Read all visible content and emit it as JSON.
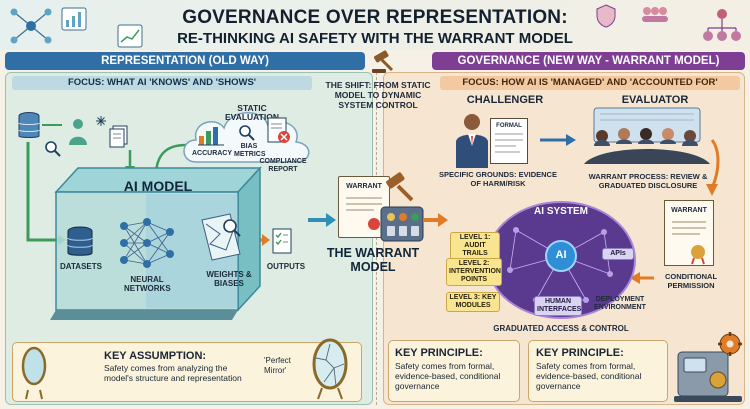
{
  "header": {
    "title": "GOVERNANCE OVER REPRESENTATION:",
    "subtitle": "RE-THINKING AI SAFETY WITH THE WARRANT MODEL"
  },
  "left": {
    "band": "REPRESENTATION (OLD WAY)",
    "focus": "FOCUS: WHAT AI 'KNOWS' AND 'SHOWS'",
    "static_eval": "STATIC EVALUATION",
    "accuracy": "ACCURACY",
    "bias": "BIAS METRICS",
    "compliance": "COMPLIANCE REPORT",
    "ai_model": "AI MODEL",
    "datasets": "DATASETS",
    "neural": "NEURAL NETWORKS",
    "weights": "WEIGHTS & BIASES",
    "outputs": "OUTPUTS",
    "key_head": "KEY ASSUMPTION:",
    "key_text": "Safety comes from analyzing the model's structure and representation",
    "mirror": "'Perfect Mirror'"
  },
  "center": {
    "shift": "THE SHIFT: FROM STATIC MODEL TO DYNAMIC SYSTEM CONTROL",
    "warrant_doc": "WARRANT",
    "model": "THE WARRANT MODEL"
  },
  "right": {
    "band": "GOVERNANCE (NEW WAY - WARRANT MODEL)",
    "focus": "FOCUS: HOW AI IS 'MANAGED' AND 'ACCOUNTED FOR'",
    "challenger": "CHALLENGER",
    "formal": "FORMAL",
    "grounds": "SPECIFIC GROUNDS: EVIDENCE OF HARM/RISK",
    "evaluator": "EVALUATOR",
    "process": "WARRANT PROCESS: REVIEW & GRADUATED DISCLOSURE",
    "warrant_doc": "WARRANT",
    "conditional": "CONDITIONAL PERMISSION",
    "ai_system": "AI SYSTEM",
    "ai_core": "AI",
    "level1": "LEVEL 1: AUDIT TRAILS",
    "level2": "LEVEL 2: INTERVENTION POINTS",
    "level3": "LEVEL 3: KEY MODULES",
    "apis": "APIs",
    "human": "HUMAN INTERFACES",
    "deploy": "DEPLOYMENT ENVIRONMENT",
    "graduated": "GRADUATED ACCESS & CONTROL",
    "key1_head": "KEY PRINCIPLE:",
    "key1_text": "Safety comes from formal, evidence-based, conditional governance",
    "key2_head": "KEY PRINCIPLE:",
    "key2_text": "Safety comes from formal, evidence-based, conditional governance"
  }
}
